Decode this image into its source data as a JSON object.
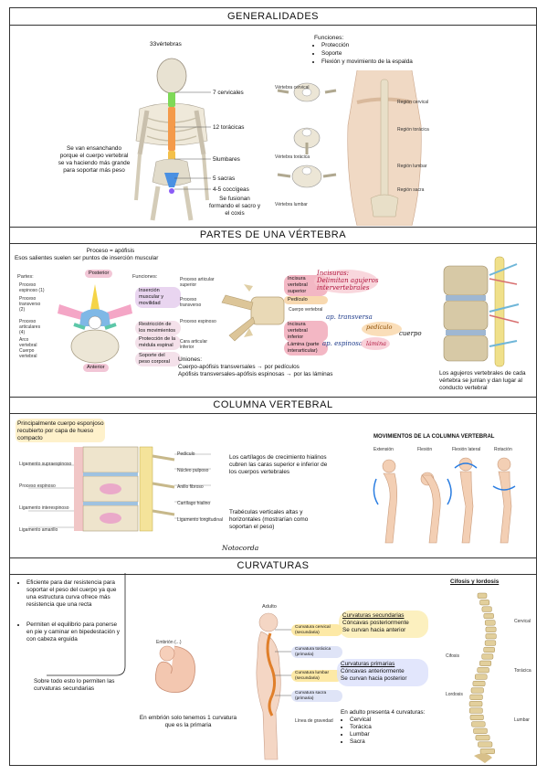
{
  "sections": {
    "generalidades": "GENERALIDADES",
    "partes": "PARTES DE UNA VÉRTEBRA",
    "columna": "COLUMNA VERTEBRAL",
    "curvaturas": "CURVATURAS"
  },
  "gen": {
    "count": "33vértebras",
    "cervicales": "7 cervicales",
    "toracicas": "12 torácicas",
    "lumbares": "5lumbares",
    "sacras": "5 sacras",
    "coccigeas": "4-5 coccígeas",
    "fusion_note": "Se fusionan formando el sacro y el coxis",
    "ensanchando_note": "Se van ensanchando porque el cuerpo vertebral se va haciendo más grande para soportar más peso",
    "funciones_title": "Funciones:",
    "funciones": [
      "Protección",
      "Soporte",
      "Flexión y movimiento de la espalda"
    ]
  },
  "partes": {
    "proceso_title": "Proceso = apófisis",
    "proceso_note": "Esos salientes suelen ser puntos de inserción muscular",
    "posterior": "Posterior",
    "anterior": "Anterior",
    "partes_label": "Partes:",
    "funciones_label": "Funciones:",
    "left_labels": [
      "Proceso espinoso (1)",
      "Proceso transverso (2)",
      "Proceso articulares (4)",
      "Arco vertebral",
      "Cuerpo vertebral"
    ],
    "right_labels": [
      "Inserción muscular y movilidad",
      "Restricción de los movimientos",
      "Protección de la médula espinal",
      "Soporte del peso corporal"
    ],
    "mid_left_labels": [
      "Proceso articular superior",
      "Proceso transverso",
      "Proceso espinoso",
      "Cara articular inferior"
    ],
    "mid_right_labels": [
      "Incisura vertebral superior",
      "Pedículo",
      "Cuerpo vertebral",
      "Incisura vertebral inferior",
      "Lámina (parte interarticular)"
    ],
    "hand_incisuras": "Incisuras: Delimitan agujeros intervertebrales",
    "hand_ap_transversa": "ap. transversa",
    "hand_pedicula": "pedículo",
    "hand_cuerpo": "cuerpo",
    "hand_ap_espinosa": "ap. espinosa",
    "hand_lamina": "lámina",
    "uniones_title": "Uniones:",
    "uniones": [
      "Cuerpo-apófisis transversales → por pedículos",
      "Apófisis transversales-apófisis espinosas → por las láminas"
    ],
    "agujeros_note": "Los agujeros vertebrales de cada vértebra se junlan y dan lugar al conducto vertebral"
  },
  "columna": {
    "cuerpo_note": "Principalmente cuerpo esponjoso recubierto por capa de hueso compacto",
    "cartilagos_note": "Los cartílagos de crecimiento hialinos cubren las caras superior e inferior de los cuerpos vertebrales",
    "trabeculas_note": "Trabéculas verticales altas y horizontales (mostrarían como soportan el peso)",
    "notocorda": "Notocorda",
    "movimientos_title": "MOVIMIENTOS DE LA COLUMNA VERTEBRAL",
    "movimientos": [
      "Extensión",
      "Flexión",
      "Flexión lateral",
      "Rotación"
    ]
  },
  "curv": {
    "bullets": [
      "Eficiente para dar resistencia para soportar el peso del cuerpo ya que una estructura curva ofrece más resistencia que una recta",
      "Permiten el equilibrio para ponerse en pie y caminar en bipedestación y con cabeza erguida"
    ],
    "sobre_todo": "Sobre todo esto lo permiten las curvaturas secundarias",
    "embrion_note": "En embrión solo tenemos 1 curvatura que es la primaria",
    "embrion_label": "Embrión (...)",
    "adulto": "Adulto",
    "secundarias_title": "Curvaturas secundarias",
    "secundarias_lines": [
      "Cóncavas posteriormente",
      "Se curvan hacia anterior"
    ],
    "primarias_title": "Curvaturas primarias",
    "primarias_lines": [
      "Cóncavas anteriormente",
      "Se curvan hacia posterior"
    ],
    "adulto_note": "En adulto presenta 4 curvaturas:",
    "adulto_list": [
      "Cervical",
      "Torácica",
      "Lumbar",
      "Sacra"
    ],
    "cifosis": "Cifosis y lordosis"
  }
}
